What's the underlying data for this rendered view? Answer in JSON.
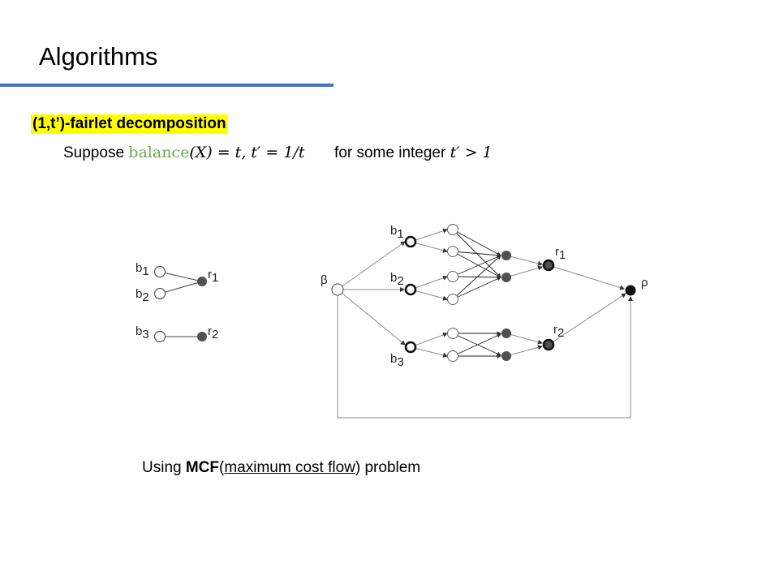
{
  "slide": {
    "title": "Algorithms",
    "heading": "(1,t’)-fairlet decomposition",
    "line1": {
      "suppose": "Suppose",
      "balance": "balance",
      "expr": "(X) = t, t′ = 1/t",
      "rest": "for  some integer",
      "cond": "t′ > 1"
    },
    "caption": {
      "prefix": "Using ",
      "bold": "MCF",
      "open": "(",
      "underlined": "maximum cost flow",
      "close": ") problem"
    }
  },
  "diagram": {
    "small_graph": {
      "labels": [
        {
          "base": "b",
          "sub": "1"
        },
        {
          "base": "b",
          "sub": "2"
        },
        {
          "base": "b",
          "sub": "3"
        },
        {
          "base": "r",
          "sub": "1"
        },
        {
          "base": "r",
          "sub": "2"
        }
      ]
    },
    "flow_graph": {
      "source_label": "β",
      "sink_label": "ρ",
      "labels": [
        {
          "base": "b",
          "sub": "1"
        },
        {
          "base": "b",
          "sub": "2"
        },
        {
          "base": "b",
          "sub": "3"
        },
        {
          "base": "r",
          "sub": "1"
        },
        {
          "base": "r",
          "sub": "2"
        }
      ]
    },
    "colors": {
      "red_node": "#505050",
      "sink": "#111111",
      "edge": "#888888",
      "highlight": "#ffff00",
      "accent": "#4472c4",
      "math_green": "#6aa84f"
    }
  }
}
